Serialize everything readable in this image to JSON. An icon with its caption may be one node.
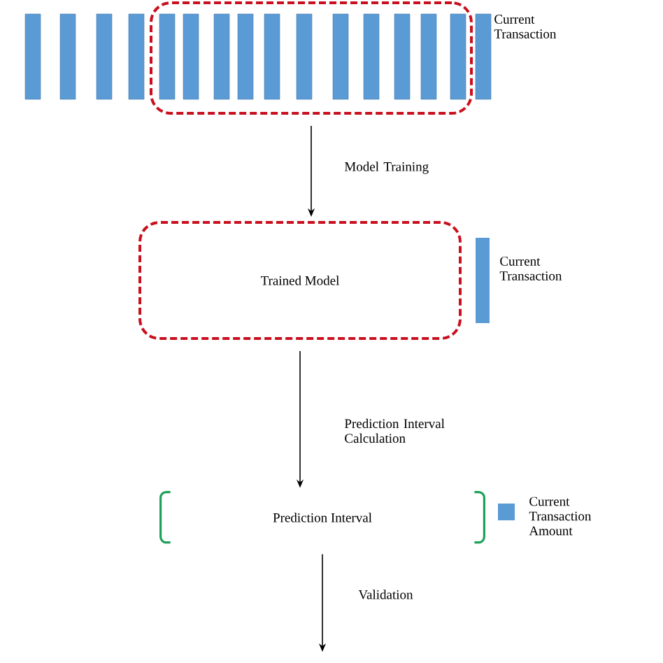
{
  "diagram": {
    "nodes": [
      {
        "text": [],
        "shape": "box"
      },
      {
        "text": [
          "Trained Model"
        ]
      },
      {
        "text": [
          "Prediction Interval"
        ]
      }
    ],
    "edges": [
      {
        "from": 0,
        "to": 1,
        "arrow": "to",
        "label": "Model Training"
      },
      {
        "from": 1,
        "to": 2,
        "arrow": "to",
        "label": "Prediction Interval Calculation"
      },
      {
        "from": 2,
        "to": null,
        "arrow": "to",
        "label": "Validation"
      }
    ],
    "labels": [
      "Current Transaction",
      "Current Transaction",
      "Current Transaction Amount"
    ]
  }
}
